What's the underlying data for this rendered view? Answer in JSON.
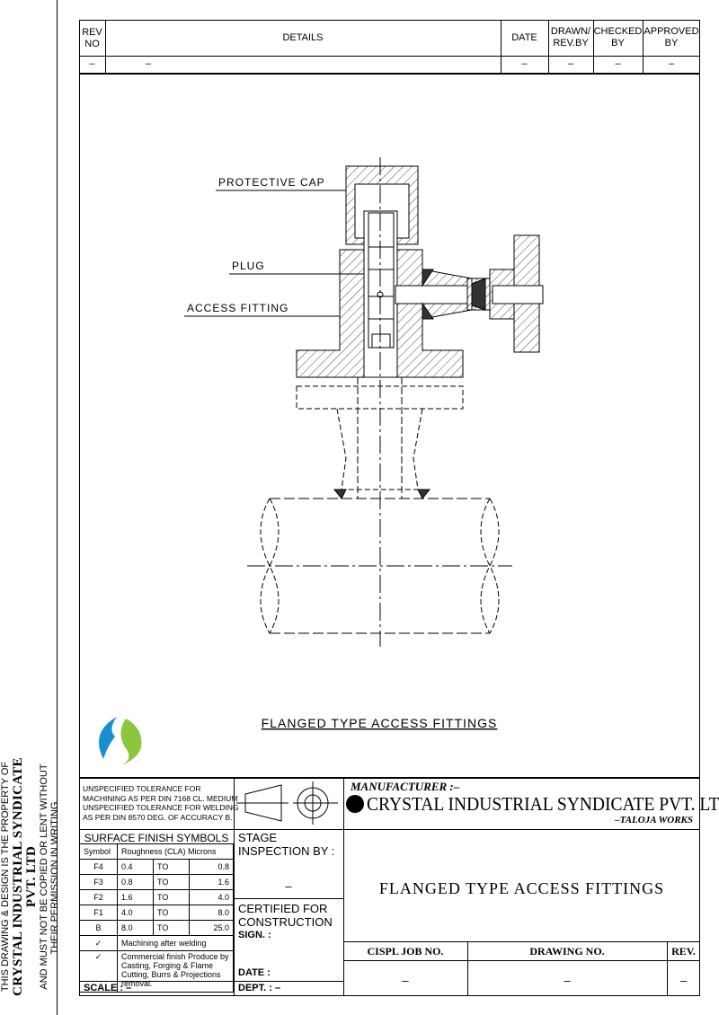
{
  "side_note": {
    "line1": "THIS DRAWING & DESIGN IS THE PROPERTY OF",
    "line2": "CRYSTAL INDUSTRIAL SYNDICATE PVT. LTD",
    "line3": "AND MUST NOT BE COPIED OR LENT WITHOUT",
    "line4": "THEIR PERMISSION IN WRITING."
  },
  "revision_table": {
    "headers": [
      "REV NO",
      "DETAILS",
      "DATE",
      "DRAWN/ REV.BY",
      "CHECKED BY",
      "APPROVED BY"
    ],
    "row": [
      "–",
      "–",
      "–",
      "–",
      "–",
      "–"
    ]
  },
  "drawing": {
    "labels": {
      "cap": "PROTECTIVE CAP",
      "plug": "PLUG",
      "fitting": "ACCESS FITTING"
    },
    "caption": "FLANGED TYPE ACCESS FITTINGS",
    "colors": {
      "logo_blue": "#1a8fd0",
      "logo_green": "#8cc63f"
    }
  },
  "title_block": {
    "tolerance": [
      "UNSPECIFIED TOLERANCE FOR",
      "MACHINING AS PER DIN 7168 CL. MEDIUM",
      "UNSPECIFIED TOLERANCE FOR WELDING",
      "AS PER DIN 8570 DEG. OF ACCURACY B."
    ],
    "surface_finish": {
      "title": "SURFACE FINISH SYMBOLS",
      "headers": [
        "Symbol",
        "Roughness (CLA) Microns"
      ],
      "rows": [
        {
          "symbol": "F4",
          "from": "0.4",
          "to": "TO",
          "max": "0.8"
        },
        {
          "symbol": "F3",
          "from": "0.8",
          "to": "TO",
          "max": "1.6"
        },
        {
          "symbol": "F2",
          "from": "1.6",
          "to": "TO",
          "max": "4.0"
        },
        {
          "symbol": "F1",
          "from": "4.0",
          "to": "TO",
          "max": "8.0"
        },
        {
          "symbol": "B",
          "from": "8.0",
          "to": "TO",
          "max": "25.0"
        }
      ],
      "machining": "Machining after welding",
      "commercial": "Commercial finish Produce by Casting, Forging & Flame Cutting, Burrs & Projections removal."
    },
    "scale": "SCALE : –",
    "stage_inspection": "STAGE INSPECTION BY :",
    "stage_value": "–",
    "certified": "CERTIFIED FOR CONSTRUCTION",
    "sign": "SIGN. :",
    "date": "DATE :",
    "dept": "DEPT. : –",
    "manufacturer_label": "MANUFACTURER :–",
    "company": "CRYSTAL INDUSTRIAL SYNDICATE PVT. LTD",
    "works": "–TALOJA WORKS",
    "title": "FLANGED TYPE ACCESS FITTINGS",
    "job_label": "CISPL JOB NO.",
    "drawing_label": "DRAWING NO.",
    "rev_label": "REV.",
    "job_value": "–",
    "drawing_value": "–",
    "rev_value": "–"
  }
}
